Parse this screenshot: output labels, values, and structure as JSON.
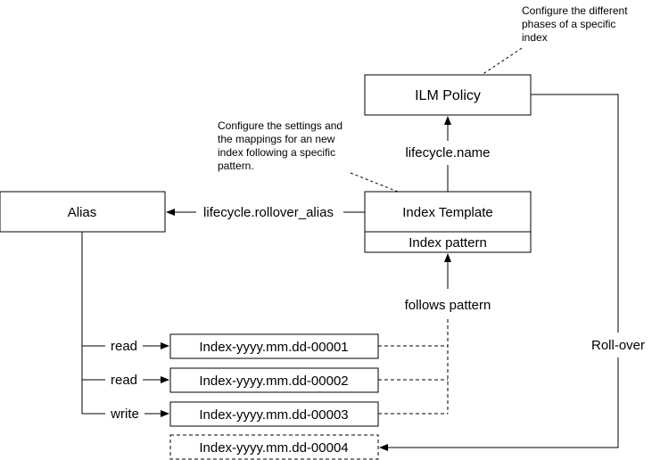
{
  "notes": {
    "ilm_policy_note": [
      "Configure the different",
      "phases of a specific",
      "index"
    ],
    "template_note": [
      "Configure the settings and",
      "the mappings for an new",
      "index following a specific",
      "pattern."
    ]
  },
  "boxes": {
    "ilm_policy": "ILM Policy",
    "index_template": "Index Template",
    "index_pattern": "Index pattern",
    "alias": "Alias",
    "index_1": "Index-yyyy.mm.dd-00001",
    "index_2": "Index-yyyy.mm.dd-00002",
    "index_3": "Index-yyyy.mm.dd-00003",
    "index_4": "Index-yyyy.mm.dd-00004"
  },
  "edges": {
    "lifecycle_name": "lifecycle.name",
    "rollover_alias": "lifecycle.rollover_alias",
    "follows_pattern": "follows pattern",
    "roll_over": "Roll-over",
    "read_1": "read",
    "read_2": "read",
    "write": "write"
  }
}
